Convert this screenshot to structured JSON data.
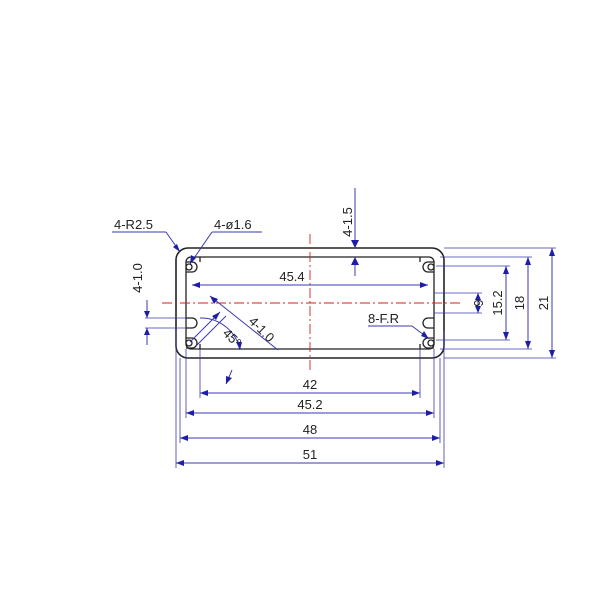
{
  "colors": {
    "outline": "#222222",
    "dimension": "#3a3ab0",
    "arrow": "#1d1da8",
    "centerline": "#d02020"
  },
  "labels": {
    "radius": "4-R2.5",
    "hole": "4-ø1.6",
    "top_wall": "4-1.5",
    "slot_left": "4-1.0",
    "slot_diag": "4-1.0",
    "angle": "45°",
    "fillet": "8-F.R",
    "inner_top": "45.4",
    "width_42": "42",
    "width_45_2": "45.2",
    "width_48": "48",
    "width_51": "51",
    "h_6": "6",
    "h_15_2": "15.2",
    "h_18": "18",
    "h_21": "21"
  }
}
